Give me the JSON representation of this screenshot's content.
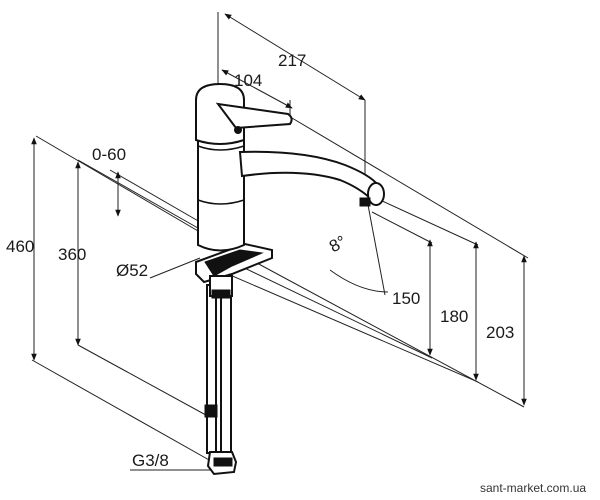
{
  "dimensions": {
    "total_length": "217",
    "lever_reach": "104",
    "height_adjust": "0-60",
    "height_460": "460",
    "height_360": "360",
    "body_diameter": "Ø52",
    "spout_angle": "8°",
    "spout_150": "150",
    "spout_180": "180",
    "spout_203": "203",
    "connection": "G3/8"
  },
  "watermark": "sant-market.com.ua"
}
